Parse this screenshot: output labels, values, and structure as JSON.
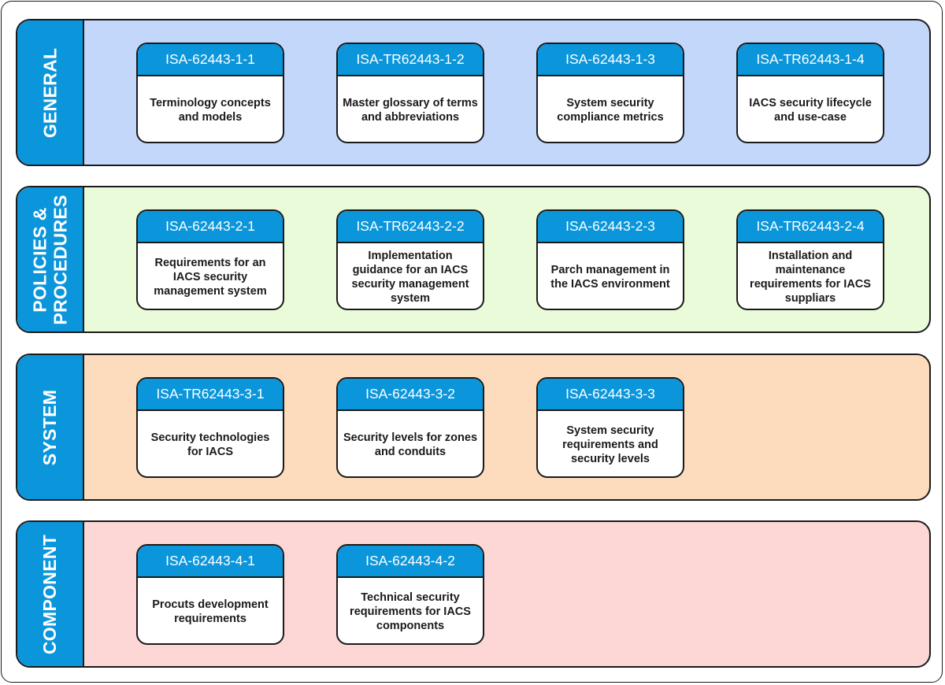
{
  "colors": {
    "accent": "#0b96dc",
    "outline": "#1a1a1a",
    "general_bg": "#c3d7fb",
    "policies_bg": "#eafbd9",
    "system_bg": "#fcdcbc",
    "component_bg": "#fdd6d6"
  },
  "rows": [
    {
      "label_lines": [
        "GENERAL"
      ],
      "cards": [
        {
          "id": "ISA-62443-1-1",
          "desc": "Terminology concepts and models"
        },
        {
          "id": "ISA-TR62443-1-2",
          "desc": "Master glossary of terms and abbreviations"
        },
        {
          "id": "ISA-62443-1-3",
          "desc": "System security compliance metrics"
        },
        {
          "id": "ISA-TR62443-1-4",
          "desc": "IACS security lifecycle and use-case"
        }
      ]
    },
    {
      "label_lines": [
        "POLICIES &",
        "PROCEDURES"
      ],
      "cards": [
        {
          "id": "ISA-62443-2-1",
          "desc": "Requirements for an IACS security management system"
        },
        {
          "id": "ISA-TR62443-2-2",
          "desc": "Implementation guidance for an IACS security management system"
        },
        {
          "id": "ISA-62443-2-3",
          "desc": "Parch management in the IACS environment"
        },
        {
          "id": "ISA-TR62443-2-4",
          "desc": "Installation and maintenance requirements for IACS suppliars"
        }
      ]
    },
    {
      "label_lines": [
        "SYSTEM"
      ],
      "cards": [
        {
          "id": "ISA-TR62443-3-1",
          "desc": "Security technologies for IACS"
        },
        {
          "id": "ISA-62443-3-2",
          "desc": "Security levels for zones and conduits"
        },
        {
          "id": "ISA-62443-3-3",
          "desc": "System security requirements and security levels"
        }
      ]
    },
    {
      "label_lines": [
        "COMPONENT"
      ],
      "cards": [
        {
          "id": "ISA-62443-4-1",
          "desc": "Procuts development requirements"
        },
        {
          "id": "ISA-62443-4-2",
          "desc": "Technical security requirements for IACS components"
        }
      ]
    }
  ]
}
